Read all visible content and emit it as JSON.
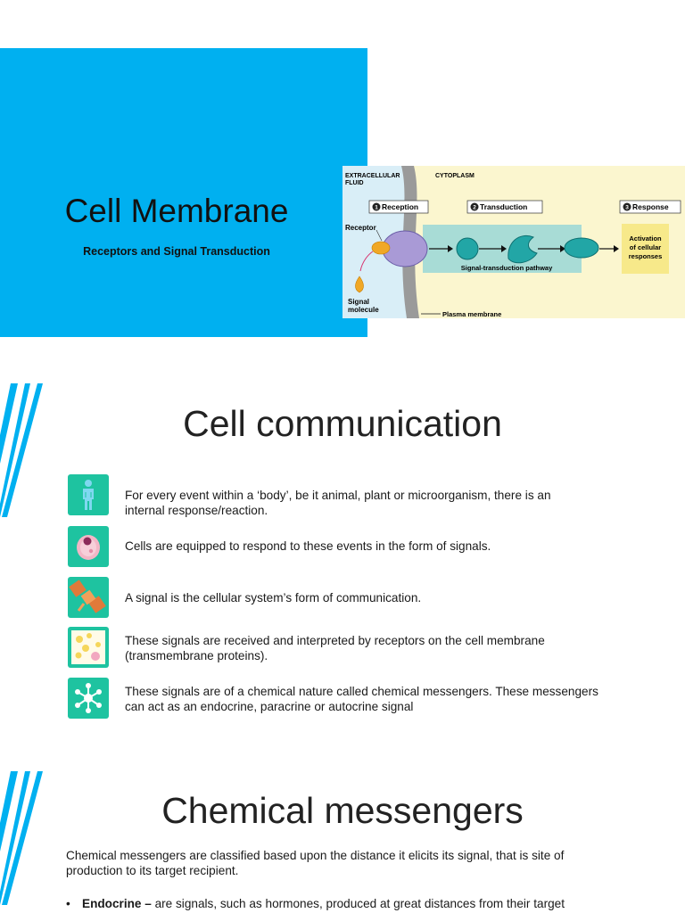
{
  "slide1": {
    "title": "Cell Membrane",
    "subtitle": "Receptors and Signal Transduction",
    "diagram": {
      "extracellular": "EXTRACELLULAR",
      "fluid": "FLUID",
      "cytoplasm": "CYTOPLASM",
      "reception": "Reception",
      "transduction": "Transduction",
      "response": "Response",
      "receptor": "Receptor",
      "signal": "Signal",
      "molecule": "molecule",
      "pathway": "Signal-transduction pathway",
      "plasma_membrane": "Plasma membrane",
      "activation_1": "Activation",
      "activation_2": "of cellular",
      "activation_3": "responses",
      "step1": "1",
      "step2": "2",
      "step3": "3"
    }
  },
  "slide2": {
    "title": "Cell communication",
    "points": [
      {
        "icon": "human-body-icon",
        "line1": "For every event within a ‘body’, be it animal, plant or microorganism, there is an",
        "line2": "internal response/reaction."
      },
      {
        "icon": "cell-icon",
        "line1": "Cells are equipped to respond to these events in the form of signals.",
        "line2": ""
      },
      {
        "icon": "satellite-icon",
        "line1": "A signal is the cellular system’s form of communication.",
        "line2": ""
      },
      {
        "icon": "molecules-icon",
        "line1": "These signals are received and interpreted by receptors on the cell membrane",
        "line2": "(transmembrane proteins)."
      },
      {
        "icon": "network-icon",
        "line1": "These signals are of a chemical nature called chemical messengers. These messengers",
        "line2": "can act as an endocrine, paracrine or autocrine signal"
      }
    ]
  },
  "slide3": {
    "title": "Chemical messengers",
    "intro_line1": "Chemical messengers are classified based upon the distance it elicits its signal, that is site of",
    "intro_line2": "production to its target recipient.",
    "bullet_marker": "•",
    "bullet_term": "Endocrine –",
    "bullet_text": " are signals, such as hormones, produced at great distances from their target"
  },
  "colors": {
    "title_bg": "#00b0f0",
    "icon_bg": "#1ec3a0",
    "stripe": "#00b0f0"
  }
}
